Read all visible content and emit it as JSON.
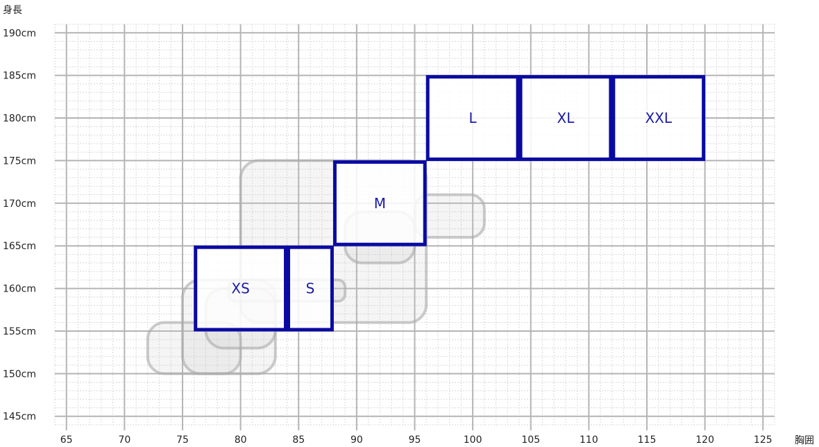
{
  "chart_data": {
    "type": "scatter",
    "xlabel": "胸囲",
    "ylabel": "身長",
    "xlim": [
      64,
      126
    ],
    "ylim": [
      144,
      191
    ],
    "x_ticks": [
      65,
      70,
      75,
      80,
      85,
      90,
      95,
      100,
      105,
      110,
      115,
      120,
      125
    ],
    "x_tick_labels": [
      "65",
      "70",
      "75",
      "80",
      "85",
      "90",
      "95",
      "100",
      "105",
      "110",
      "115",
      "120",
      "125"
    ],
    "y_ticks": [
      145,
      150,
      155,
      160,
      165,
      170,
      175,
      180,
      185,
      190
    ],
    "y_tick_labels": [
      "145cm",
      "150cm",
      "155cm",
      "160cm",
      "165cm",
      "170cm",
      "175cm",
      "180cm",
      "185cm",
      "190cm"
    ],
    "grid": true,
    "highlight_color": "#0a0aa3",
    "label_color": "#1a1aa8",
    "sizes": [
      {
        "label": "XS",
        "chest": [
          76,
          84
        ],
        "height": [
          155,
          165
        ]
      },
      {
        "label": "S",
        "chest": [
          84,
          88
        ],
        "height": [
          155,
          165
        ]
      },
      {
        "label": "M",
        "chest": [
          88,
          96
        ],
        "height": [
          165,
          175
        ]
      },
      {
        "label": "L",
        "chest": [
          96,
          104
        ],
        "height": [
          175,
          185
        ]
      },
      {
        "label": "XL",
        "chest": [
          104,
          112
        ],
        "height": [
          175,
          185
        ]
      },
      {
        "label": "XXL",
        "chest": [
          112,
          120
        ],
        "height": [
          175,
          185
        ]
      }
    ],
    "background_ranges": [
      {
        "chest": [
          72,
          80
        ],
        "height": [
          150,
          156
        ]
      },
      {
        "chest": [
          75,
          83
        ],
        "height": [
          150,
          161
        ]
      },
      {
        "chest": [
          77,
          83
        ],
        "height": [
          153,
          160
        ]
      },
      {
        "chest": [
          80,
          96
        ],
        "height": [
          156,
          175
        ]
      },
      {
        "chest": [
          79,
          89
        ],
        "height": [
          158.5,
          161
        ]
      },
      {
        "chest": [
          89,
          95
        ],
        "height": [
          163,
          169
        ]
      },
      {
        "chest": [
          95,
          101
        ],
        "height": [
          166,
          171
        ]
      }
    ]
  }
}
